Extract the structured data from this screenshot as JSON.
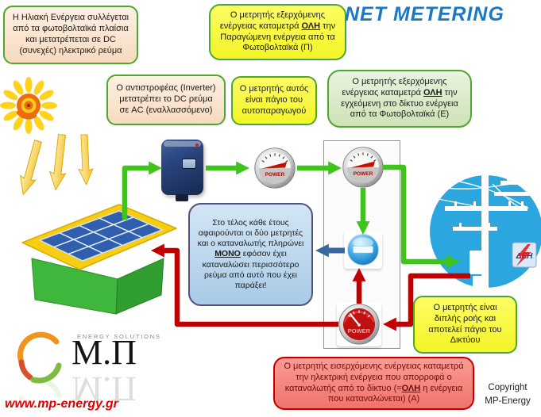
{
  "title": "NET METERING",
  "boxes": {
    "solar": {
      "text": "Η Ηλιακή Ενέργεια συλλέγεται από τα φωτοβολταϊκά πλαίσια και μετατρέπεται σε DC (συνεχές) ηλεκτρικό ρεύμα"
    },
    "production_meter": {
      "pre": "Ο μετρητής εξερχόμενης ενέργειας καταμετρά ",
      "em": "ΟΛΗ",
      "post": " την Παραγώμενη ενέργεια από τα Φωτοβολταϊκά (Π)"
    },
    "inverter": {
      "text": "Ο αντιστροφέας (Inverter) μετατρέπει το DC ρεύμα σε AC (εναλλασσόμενο)"
    },
    "meter_fixed": {
      "text": "Ο μετρητής αυτός είναι πάγιο του αυτοπαραγωγού"
    },
    "export_meter": {
      "pre": "Ο μετρητής εξερχόμενης ενέργειας καταμετρά ",
      "em": "ΟΛΗ",
      "post": " την εγχεόμενη στο δίκτυο ενέργεια από τα Φωτοβολταϊκά (Ε)"
    },
    "net_settlement": {
      "pre": "Στο τέλος κάθε έτους αφαιρούνται οι δύο μετρητές και ο καταναλωτής πληρώνει ",
      "em": "ΜΟΝΟ",
      "post": " εφόσον έχει καταναλώσει περισσότερο ρεύμα από αυτό που έχει παράξει!"
    },
    "bidirectional": {
      "text": "Ο μετρητής είναι διπλής ροής και αποτελεί πάγιο του Δικτύου"
    },
    "import_meter": {
      "pre": "Ο μετρητής εισερχόμενης ενέργειας καταμετρά την ηλεκτρική ενέργεια που απορροφά ο καταναλωτής από το δίκτυο (=",
      "em": "ΟΛΗ",
      "post": " η ενέργεια που καταναλώνεται) (Α)"
    }
  },
  "meters": {
    "label": "POWER"
  },
  "grid": {
    "utility": "ΔΕΗ"
  },
  "logo": {
    "tagline": "ENERGY SOLUTIONS",
    "brand": "Μ.Π",
    "website": "www.mp-energy.gr"
  },
  "copyright": {
    "line1": "Copyright",
    "line2": "MP-Energy"
  },
  "colors": {
    "arrow_green": "#3FC41C",
    "arrow_red": "#C00000",
    "arrow_blue": "#38699E",
    "grid_blue": "#2BA6DF",
    "title_blue": "#1B78C5",
    "box_border_green": "#4EA72E"
  }
}
